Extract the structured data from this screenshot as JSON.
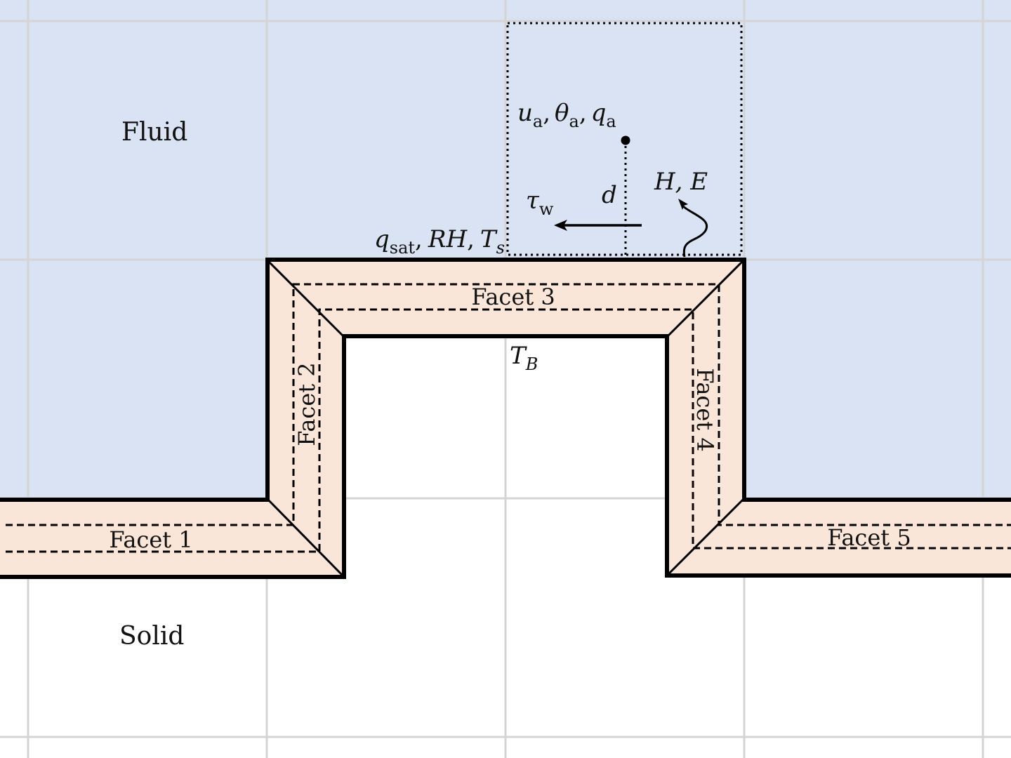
{
  "colors": {
    "fluid": "#dae3f3",
    "solid": "#ffffff",
    "facet": "#fae5d9",
    "grid": "#d4d4d4",
    "outline": "#000000"
  },
  "regions": {
    "fluid": "Fluid",
    "solid": "Solid"
  },
  "facets": [
    {
      "name": "Facet 1"
    },
    {
      "name": "Facet 2"
    },
    {
      "name": "Facet 3"
    },
    {
      "name": "Facet 4"
    },
    {
      "name": "Facet 5"
    }
  ],
  "labels": {
    "air": {
      "u": "u",
      "theta": "θ",
      "q": "q",
      "sub": "a",
      "sep": ","
    },
    "distance": "d",
    "shear": {
      "main": "τ",
      "sub": "w"
    },
    "fluxes": "H, E",
    "surface": {
      "q": "q",
      "q_sub": "sat",
      "rh": "RH",
      "t": "T",
      "t_sub": "s",
      "sep": ","
    },
    "building": {
      "main": "T",
      "sub": "B"
    }
  }
}
